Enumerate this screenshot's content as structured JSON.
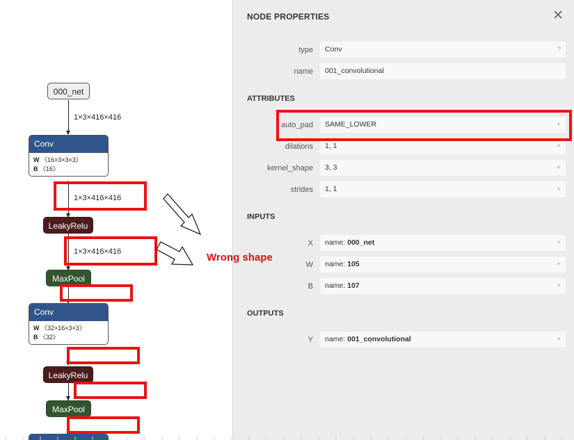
{
  "graph": {
    "nodes": {
      "net": "000_net",
      "conv1": {
        "title": "Conv",
        "w_key": "W",
        "w_val": "〈16×3×3×3〉",
        "b_key": "B",
        "b_val": "〈16〉"
      },
      "leaky1": "LeakyRelu",
      "pool1": "MaxPool",
      "conv2": {
        "title": "Conv",
        "w_key": "W",
        "w_val": "〈32×16×3×3〉",
        "b_key": "B",
        "b_val": "〈32〉"
      },
      "leaky2": "LeakyRelu",
      "pool2": "MaxPool"
    },
    "edges": [
      "1×3×416×416",
      "1×3×416×416",
      "1×3×416×416"
    ]
  },
  "annotation": {
    "text": "Wrong shape",
    "color": "#dd1111"
  },
  "panel": {
    "title": "NODE PROPERTIES",
    "close_icon": "close-icon",
    "node": [
      {
        "label": "type",
        "value": "Conv",
        "expander": "?"
      },
      {
        "label": "name",
        "value": "001_convolutional"
      }
    ],
    "attributes_title": "ATTRIBUTES",
    "attributes": [
      {
        "label": "auto_pad",
        "value": "SAME_LOWER",
        "expander": "+"
      },
      {
        "label": "dilations",
        "value": "1, 1",
        "expander": "+"
      },
      {
        "label": "kernel_shape",
        "value": "3, 3",
        "expander": "+"
      },
      {
        "label": "strides",
        "value": "1, 1",
        "expander": "+"
      }
    ],
    "inputs_title": "INPUTS",
    "inputs": [
      {
        "label": "X",
        "prefix": "name:",
        "value": "000_net",
        "expander": "+"
      },
      {
        "label": "W",
        "prefix": "name:",
        "value": "105",
        "expander": "+"
      },
      {
        "label": "B",
        "prefix": "name:",
        "value": "107",
        "expander": "+"
      }
    ],
    "outputs_title": "OUTPUTS",
    "outputs": [
      {
        "label": "Y",
        "prefix": "name:",
        "value": "001_convolutional",
        "expander": "+"
      }
    ]
  },
  "colors": {
    "conv_header": "#30558a",
    "leaky_relu": "#4b1c1c",
    "max_pool": "#335530",
    "highlight": "#ee1111",
    "panel_bg": "#ececec"
  }
}
